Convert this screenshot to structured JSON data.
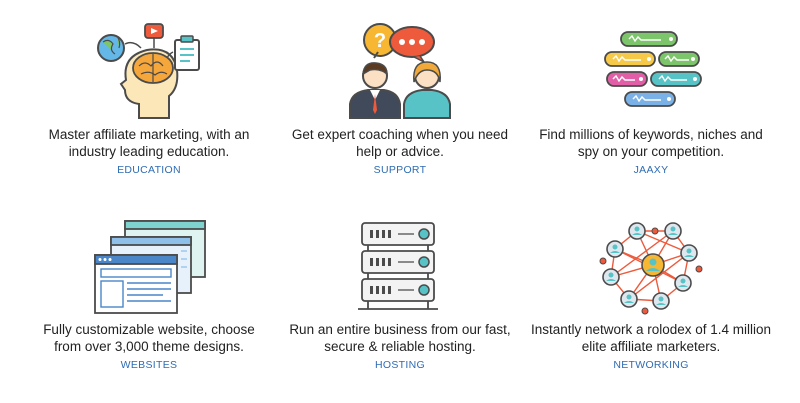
{
  "features": [
    {
      "description": "Master affiliate marketing, with an industry leading education.",
      "category": "EDUCATION",
      "icon": "education-icon"
    },
    {
      "description": "Get expert coaching when you need help or advice.",
      "category": "SUPPORT",
      "icon": "support-icon"
    },
    {
      "description": "Find millions of keywords, niches and spy on your competition.",
      "category": "JAAXY",
      "icon": "keyword-research-icon"
    },
    {
      "description": "Fully customizable website, choose from over 3,000 theme designs.",
      "category": "WEBSITES",
      "icon": "website-windows-icon"
    },
    {
      "description": "Run an entire business from our fast, secure & reliable hosting.",
      "category": "HOSTING",
      "icon": "server-rack-icon"
    },
    {
      "description": "Instantly network a rolodex of 1.4 million elite affiliate marketers.",
      "category": "NETWORKING",
      "icon": "network-icon"
    }
  ],
  "colors": {
    "category_link": "#2f6cb3",
    "text": "#222222",
    "accent_orange": "#f0a93a",
    "accent_teal": "#57c3c6",
    "accent_blue": "#4a86c8"
  }
}
